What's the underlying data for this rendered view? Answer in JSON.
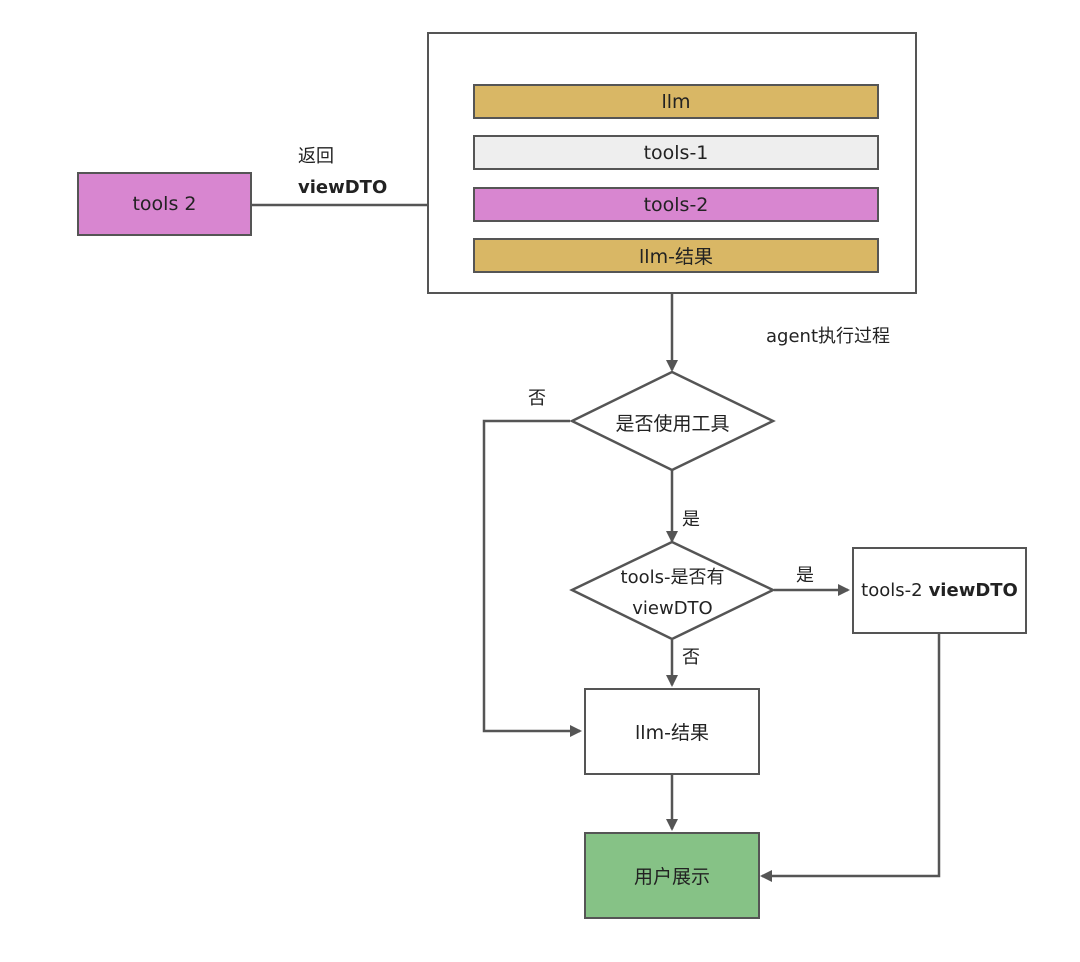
{
  "external_tool": {
    "label": "tools 2"
  },
  "return_labels": {
    "line1": "返回",
    "line2": "viewDTO"
  },
  "agent_process": {
    "caption": "agent执行过程",
    "steps": [
      {
        "label": "llm",
        "color": "#D9B765"
      },
      {
        "label": "tools-1",
        "color": "#EEEEEE"
      },
      {
        "label": "tools-2",
        "color": "#D886D0"
      },
      {
        "label": "llm-结果",
        "color": "#D9B765"
      }
    ]
  },
  "decision_use_tool": {
    "label": "是否使用工具",
    "yes": "是",
    "no": "否"
  },
  "decision_viewdto": {
    "line1": "tools-是否有",
    "line2": "viewDTO",
    "yes": "是",
    "no": "否"
  },
  "tools2_viewdto": {
    "prefix": "tools-2",
    "bold": "viewDTO"
  },
  "llm_result": {
    "label": "llm-结果"
  },
  "user_display": {
    "label": "用户展示",
    "color": "#86C286"
  },
  "colors": {
    "tool_pink": "#D886D0",
    "line": "#555555"
  }
}
